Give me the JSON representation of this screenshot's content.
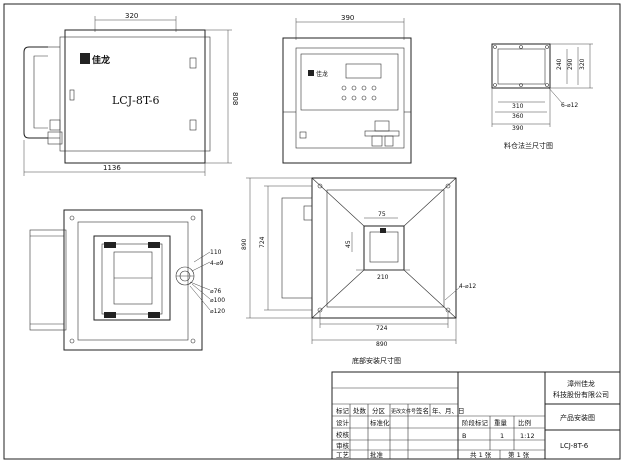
{
  "front_view": {
    "top_dim": "320",
    "height_dim": "808",
    "width_dim": "1136",
    "brand": "佳龙",
    "model": "LCJ-8T-6"
  },
  "side_view": {
    "top_dim": "390"
  },
  "flange": {
    "dims_h": [
      "310",
      "360",
      "390"
    ],
    "dims_v": [
      "240",
      "290",
      "320"
    ],
    "holes": "6-⌀12",
    "caption": "料仓法兰尺寸图"
  },
  "bottom_view": {
    "dims": [
      "110",
      "4-⌀9",
      "⌀76",
      "⌀100",
      "⌀120"
    ]
  },
  "base": {
    "dim_75": "75",
    "dim_45": "45",
    "dim_210": "210",
    "holes": "4-⌀12",
    "inner": "724",
    "outer": "890",
    "left_inner": "724",
    "left_outer": "890",
    "caption": "底部安装尺寸图"
  },
  "title_block": {
    "company_line1": "漳州佳龙",
    "company_line2": "科技股份有限公司",
    "drawing_name": "产品安装图",
    "drawing_no": "LCJ-8T-6",
    "row_labels": [
      "标记",
      "处数",
      "分区",
      "更改文件号",
      "签名",
      "年、月、日"
    ],
    "roles": [
      "设计",
      "校核",
      "审核",
      "工艺"
    ],
    "std_label": "标准化",
    "approve_label": "批准",
    "stage_label": "阶段标记",
    "weight_label": "重量",
    "scale_label": "比例",
    "scale": "1:12",
    "sheet_total": "共 1 张",
    "sheet_no": "第 1 张",
    "stage": "B",
    "weight": "1"
  }
}
